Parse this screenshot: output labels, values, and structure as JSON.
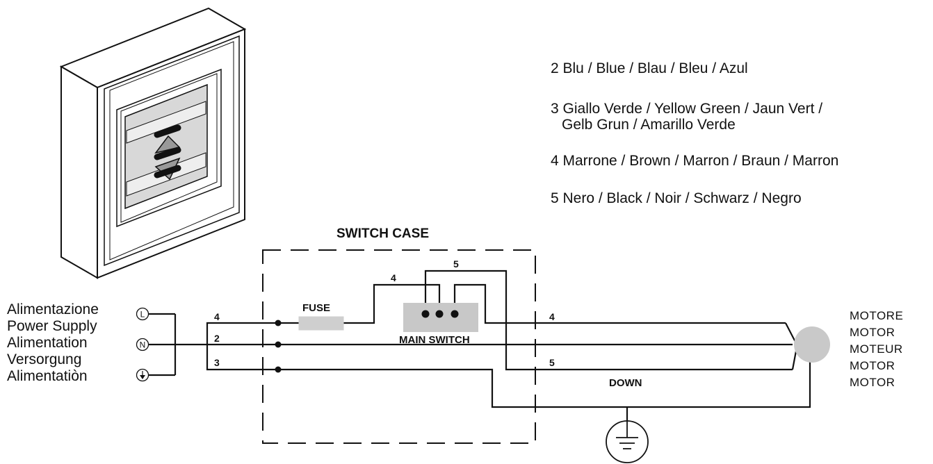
{
  "legend": [
    {
      "line1": "2 Blu / Blue / Blau / Bleu / Azul",
      "line2": ""
    },
    {
      "line1": "3 Giallo Verde / Yellow Green / Jaun Vert /",
      "line2": "Gelb Grun / Amarillo Verde"
    },
    {
      "line1": "4 Marrone / Brown / Marron / Braun / Marron",
      "line2": ""
    },
    {
      "line1": "5 Nero / Black / Noir / Schwarz / Negro",
      "line2": ""
    }
  ],
  "switch_case_title": "SWITCH CASE",
  "fuse_label": "FUSE",
  "main_switch_label": "MAIN SWITCH",
  "down_label": "DOWN",
  "power_supply_labels": [
    "Alimentazione",
    "Power Supply",
    "Alimentation",
    "Versorgung",
    "Alimentatiòn"
  ],
  "terminal_symbols": {
    "live": "L",
    "neutral": "N"
  },
  "wire_numbers": {
    "in_top": "4",
    "in_mid": "2",
    "in_bot": "3",
    "sw_top": "5",
    "sw_left": "4",
    "out_top": "4",
    "out_bot": "5"
  },
  "motor_labels": [
    "MOTORE",
    "MOTOR",
    "MOTEUR",
    "MOTOR",
    "MOTOR"
  ],
  "colors": {
    "line": "#111111",
    "switch_fill": "#c8c8c8",
    "fuse_fill": "#cfcfcf",
    "motor_fill": "#c9c9c9"
  }
}
